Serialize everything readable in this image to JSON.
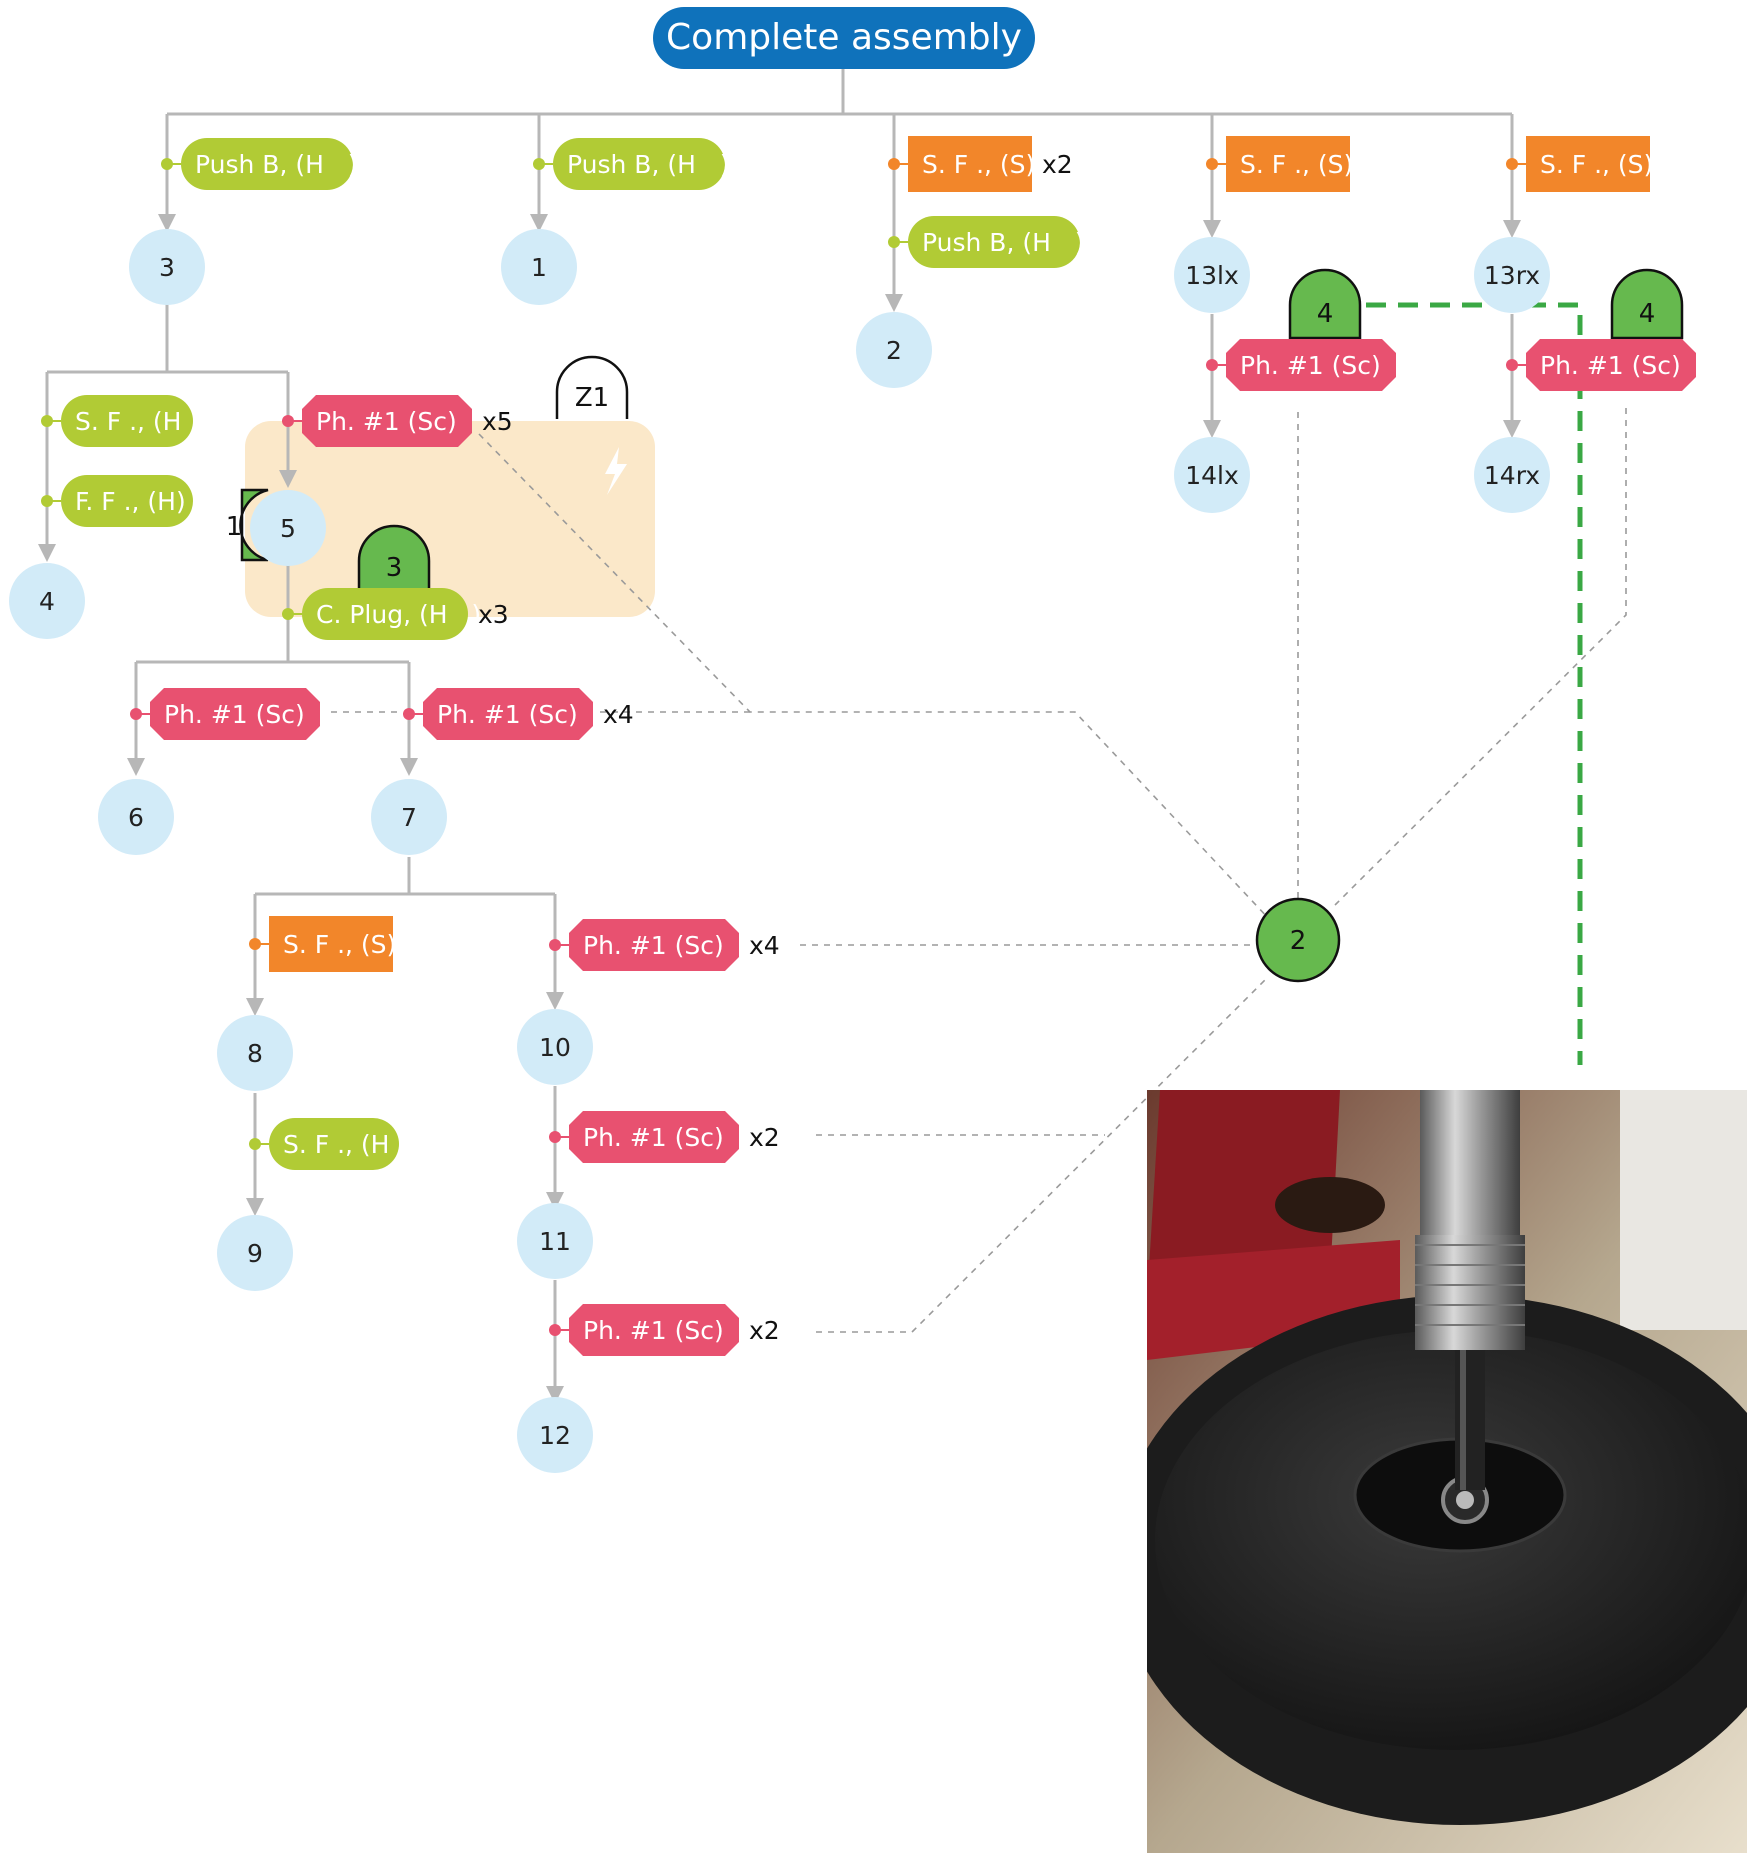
{
  "title": "Complete assembly",
  "colors": {
    "title_bg": "#0f72bb",
    "node_fill": "#d2ebf8",
    "green_label": "#b1cb35",
    "orange_label": "#f2862a",
    "red_label": "#e85170",
    "tool_green": "#66b94e",
    "zone_fill": "#fbe8c9",
    "connector_gray": "#b7b7b7",
    "dashed_gray": "#9a9a9a",
    "dashed_green": "#3aa844"
  },
  "nodes": [
    {
      "id": "n3",
      "label": "3"
    },
    {
      "id": "n1",
      "label": "1"
    },
    {
      "id": "n2",
      "label": "2"
    },
    {
      "id": "n13lx",
      "label": "13lx"
    },
    {
      "id": "n13rx",
      "label": "13rx"
    },
    {
      "id": "n14lx",
      "label": "14lx"
    },
    {
      "id": "n14rx",
      "label": "14rx"
    },
    {
      "id": "n4",
      "label": "4"
    },
    {
      "id": "n5",
      "label": "5"
    },
    {
      "id": "n6",
      "label": "6"
    },
    {
      "id": "n7",
      "label": "7"
    },
    {
      "id": "n8",
      "label": "8"
    },
    {
      "id": "n9",
      "label": "9"
    },
    {
      "id": "n10",
      "label": "10"
    },
    {
      "id": "n11",
      "label": "11"
    },
    {
      "id": "n12",
      "label": "12"
    }
  ],
  "labels": [
    {
      "id": "l-push-3",
      "text": "Push B, (H   )",
      "kind": "green",
      "mult": ""
    },
    {
      "id": "l-push-1",
      "text": "Push B, (H   )",
      "kind": "green",
      "mult": ""
    },
    {
      "id": "l-sf-x2",
      "text": "S. F ., (S)",
      "kind": "orange",
      "mult": "x2"
    },
    {
      "id": "l-push-2",
      "text": "Push B, (H   )",
      "kind": "green",
      "mult": ""
    },
    {
      "id": "l-sf-13lx",
      "text": "S. F ., (S)",
      "kind": "orange",
      "mult": ""
    },
    {
      "id": "l-sf-13rx",
      "text": "S. F ., (S)",
      "kind": "orange",
      "mult": ""
    },
    {
      "id": "l-ph-13lx",
      "text": "Ph. #1 (Sc)",
      "kind": "red",
      "mult": ""
    },
    {
      "id": "l-ph-13rx",
      "text": "Ph. #1 (Sc)",
      "kind": "red",
      "mult": ""
    },
    {
      "id": "l-sf-h",
      "text": "S. F ., (H )",
      "kind": "green",
      "mult": ""
    },
    {
      "id": "l-ff-h",
      "text": "F. F ., (H)",
      "kind": "green",
      "mult": ""
    },
    {
      "id": "l-ph-5",
      "text": "Ph. #1 (Sc)",
      "kind": "red",
      "mult": "x5"
    },
    {
      "id": "l-cplug",
      "text": "C. Plug, (H   )",
      "kind": "green",
      "mult": "x3"
    },
    {
      "id": "l-ph-6",
      "text": "Ph. #1 (Sc)",
      "kind": "red",
      "mult": ""
    },
    {
      "id": "l-ph-7",
      "text": "Ph. #1 (Sc)",
      "kind": "red",
      "mult": "x4"
    },
    {
      "id": "l-sf-8",
      "text": "S. F ., (S)",
      "kind": "orange",
      "mult": ""
    },
    {
      "id": "l-ph-10",
      "text": "Ph. #1 (Sc)",
      "kind": "red",
      "mult": "x4"
    },
    {
      "id": "l-sf-9",
      "text": "S. F ., (H )",
      "kind": "green",
      "mult": ""
    },
    {
      "id": "l-ph-11",
      "text": "Ph. #1 (Sc)",
      "kind": "red",
      "mult": "x2"
    },
    {
      "id": "l-ph-12",
      "text": "Ph. #1 (Sc)",
      "kind": "red",
      "mult": "x2"
    }
  ],
  "tools": [
    {
      "id": "t-4-left",
      "text": "4"
    },
    {
      "id": "t-4-right",
      "text": "4"
    },
    {
      "id": "t-1",
      "text": "1"
    },
    {
      "id": "t-3",
      "text": "3"
    },
    {
      "id": "t-z1",
      "text": "Z1"
    }
  ],
  "hub": {
    "text": "2"
  },
  "photo": {
    "subject": "screwdriver-tightening-screw-photo"
  }
}
